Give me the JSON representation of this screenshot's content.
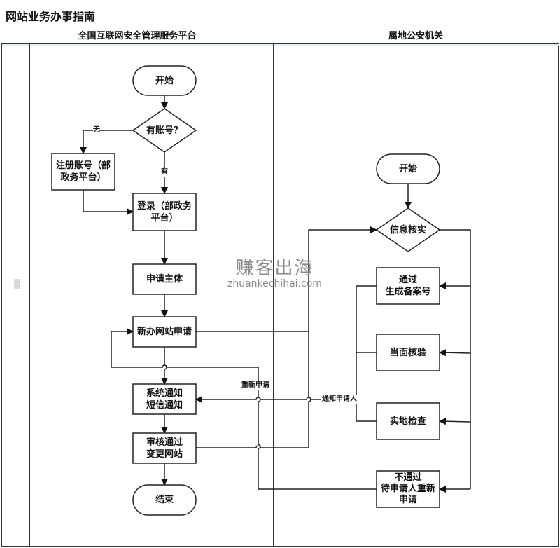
{
  "title": "网站业务办事指南",
  "lanes": [
    {
      "label": "全国互联网安全管理服务平台"
    },
    {
      "label": "属地公安机关"
    }
  ],
  "side_label": "",
  "nodes": {
    "start_left": "开始",
    "has_account": "有账号？",
    "register": "注册账号（部政务平台）",
    "login": "登录（部政务平台）",
    "apply_subject": "申请主体",
    "new_site": "新办网站申请",
    "notify": "系统通知\n短信通知",
    "approved_change": "审核通过\n变更网站",
    "end": "结束",
    "start_right": "开始",
    "verify": "信息核实",
    "pass": "通过\n生成备案号",
    "face_check": "当面核验",
    "site_check": "实地检查",
    "fail": "不通过\n待申请人重新申请"
  },
  "edge_labels": {
    "no": "无",
    "yes": "有",
    "reapply": "重新申请",
    "notify_applicant": "通知申请人"
  },
  "watermark": {
    "cn": "赚客出海",
    "en": "zhuankechihai.com"
  }
}
